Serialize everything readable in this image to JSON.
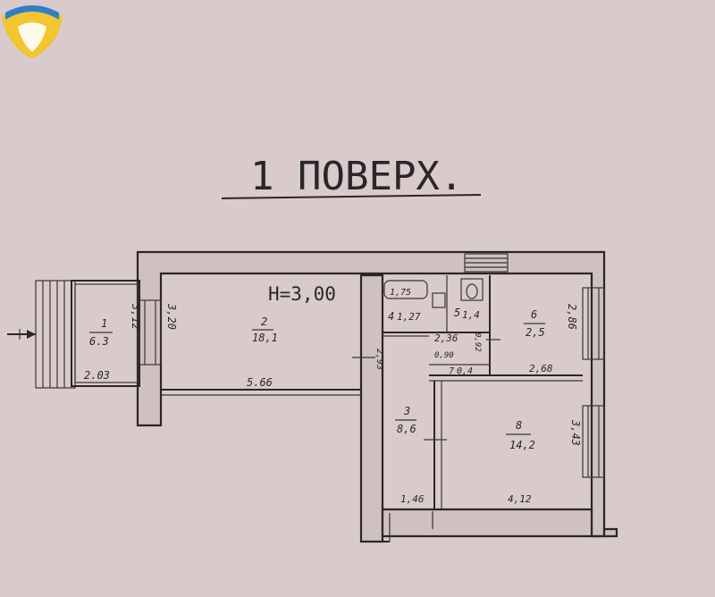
{
  "title": "1 ПОВЕРХ.",
  "ceiling_height": "H=3,00",
  "colors": {
    "paper": "#d9cbcc",
    "ink": "#2b2628",
    "logo_yellow": "#f2c531",
    "logo_blue": "#2f7fc8"
  },
  "logo": {
    "icon": "shield-logo-icon"
  },
  "rooms": [
    {
      "number": "1",
      "area": "6.3"
    },
    {
      "number": "2",
      "area": "18,1"
    },
    {
      "number": "3",
      "area": "8,6"
    },
    {
      "number": "4",
      "area": "1,27"
    },
    {
      "number": "5",
      "area": "1,4"
    },
    {
      "number": "6",
      "area": "2,5"
    },
    {
      "number": "7",
      "area": "0,4"
    },
    {
      "number": "8",
      "area": "14,2"
    }
  ],
  "dimensions": {
    "room1_width": "2.03",
    "room1_depth": "3,12",
    "room2_depth": "3,20",
    "room2_width": "5.66",
    "bath": "1,75",
    "hall_width": "2,36",
    "small_h": "0,92",
    "closet": "0,90",
    "room6_width": "2,68",
    "room6_depth": "2,86",
    "wall_h": "2,93",
    "room3_width": "1,46",
    "room8_width": "4,12",
    "room8_depth": "3,43"
  }
}
